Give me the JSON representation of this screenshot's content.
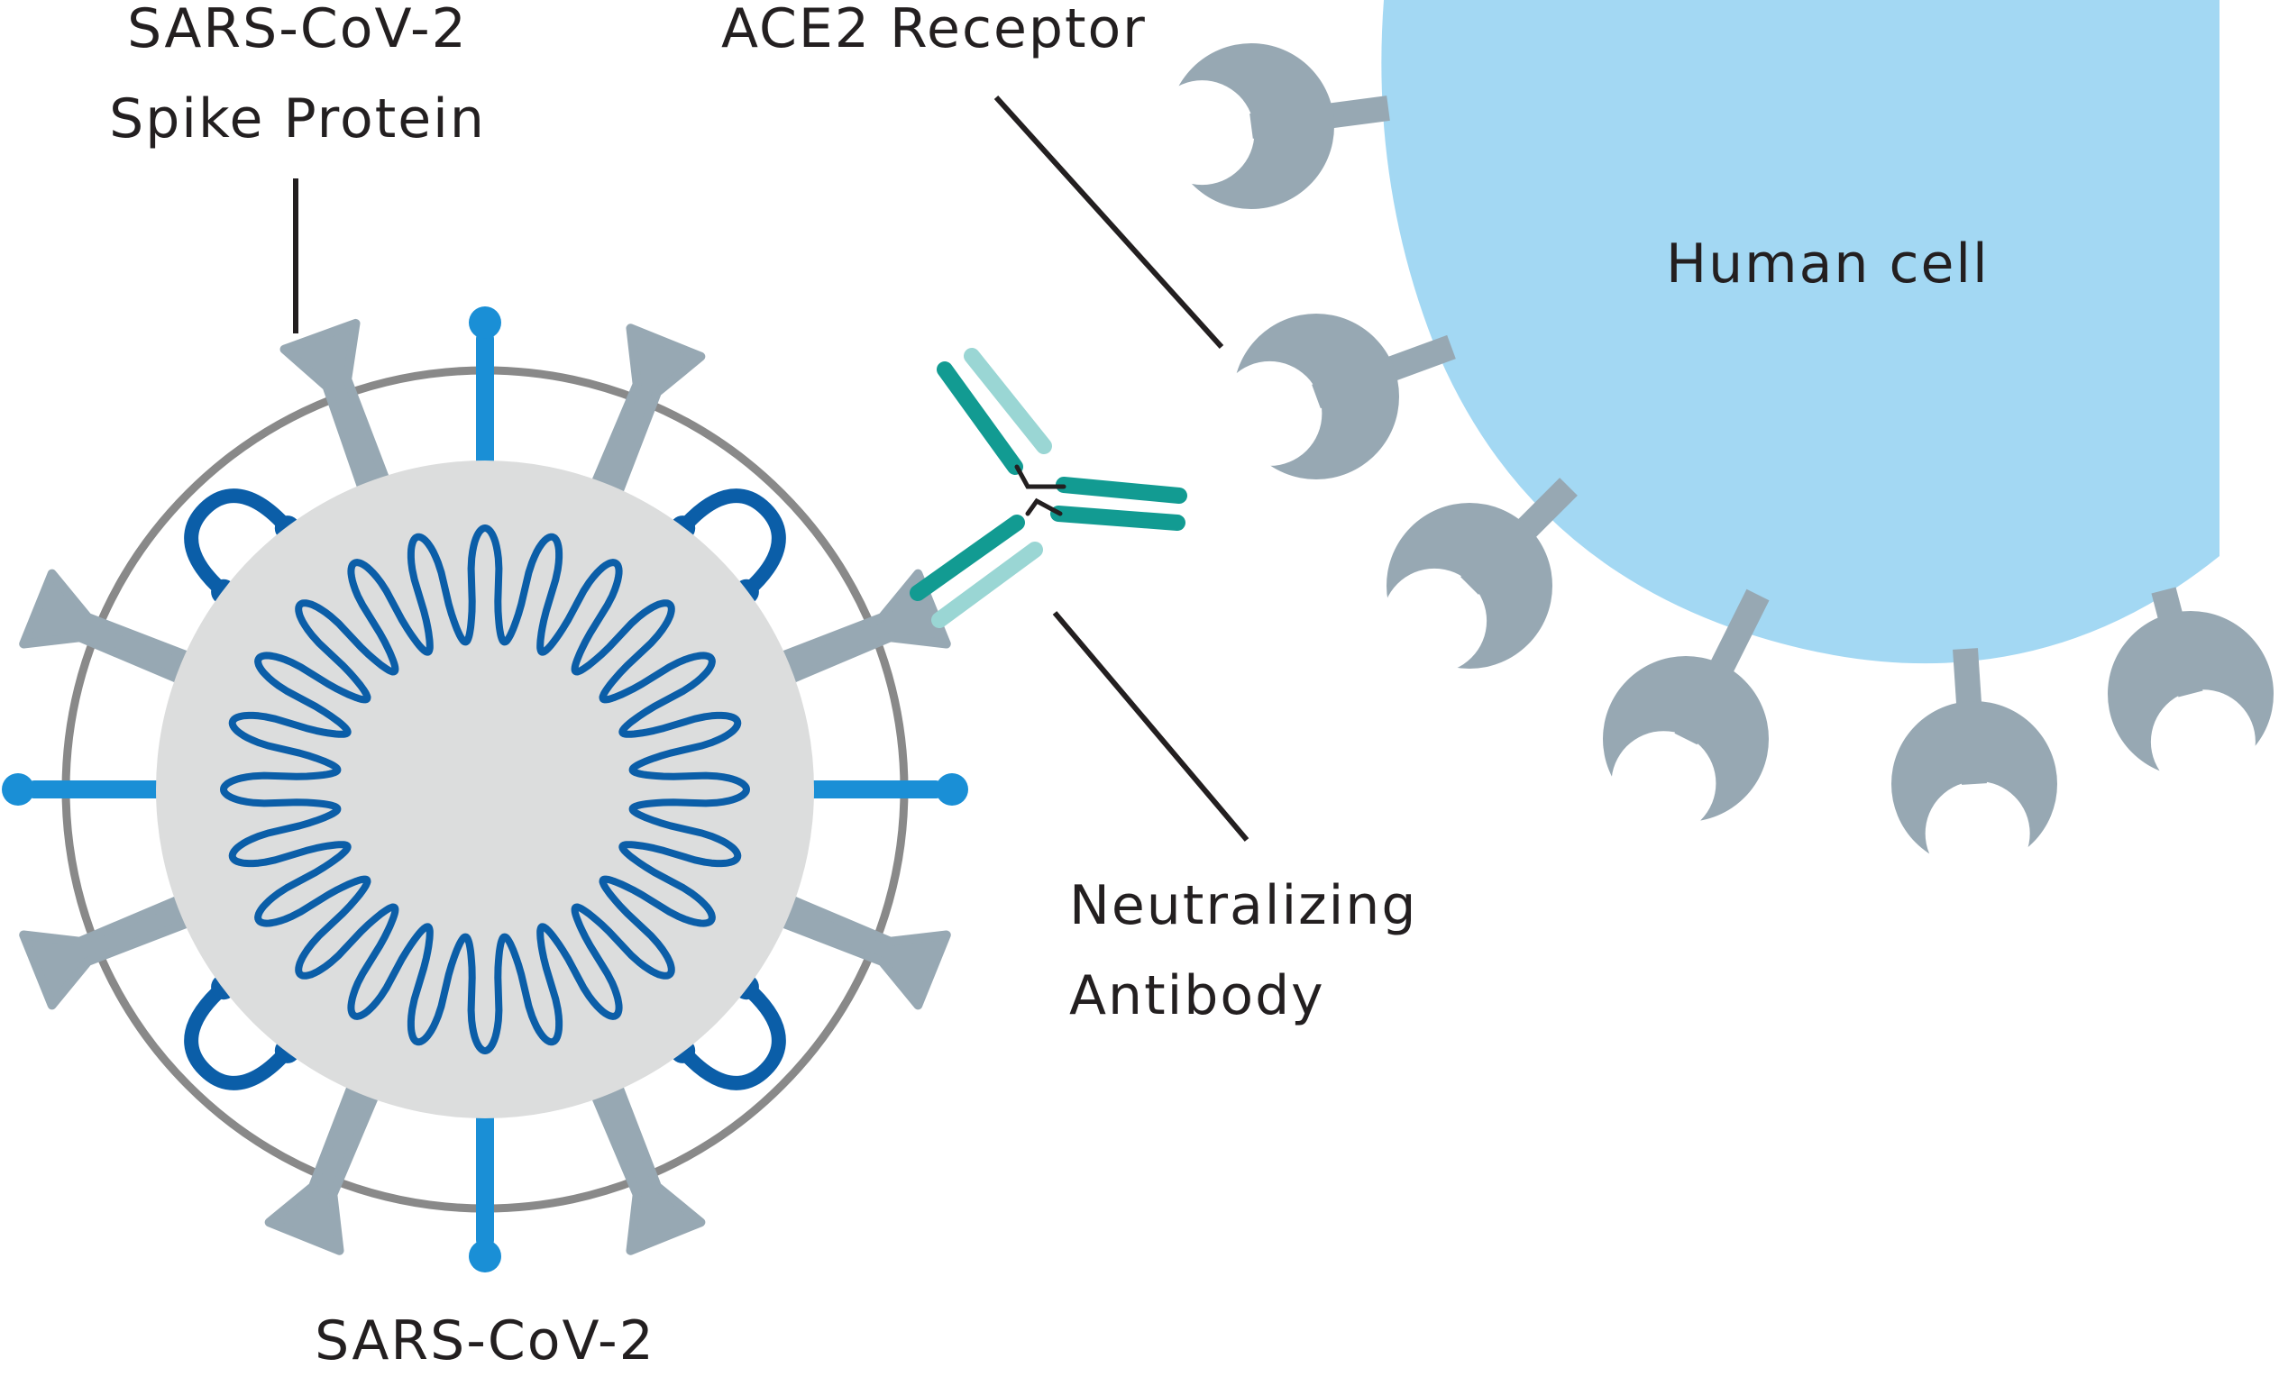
{
  "labels": {
    "spike_protein_line1": "SARS-CoV-2",
    "spike_protein_line2": "Spike Protein",
    "ace2": "ACE2 Receptor",
    "human_cell": "Human cell",
    "antibody_line1": "Neutralizing",
    "antibody_line2": "Antibody",
    "virus": "SARS-CoV-2"
  },
  "colors": {
    "virus_core": "#dcdddd",
    "virus_envelope": "#898989",
    "rna": "#0b5ea8",
    "spike_protein": "#97a8b3",
    "membrane_protein": "#1a8fd6",
    "envelope_protein": "#0b5ea8",
    "human_cell": "#a3d8f3",
    "ace2_receptor": "#97a8b3",
    "antibody_heavy": "#129b92",
    "antibody_light": "#9ad6d4",
    "leader_line": "#231f20"
  },
  "icons": {
    "virus": "coronavirus-particle",
    "antibody": "y-shaped-antibody",
    "cell": "human-cell-with-ace2-receptors"
  }
}
